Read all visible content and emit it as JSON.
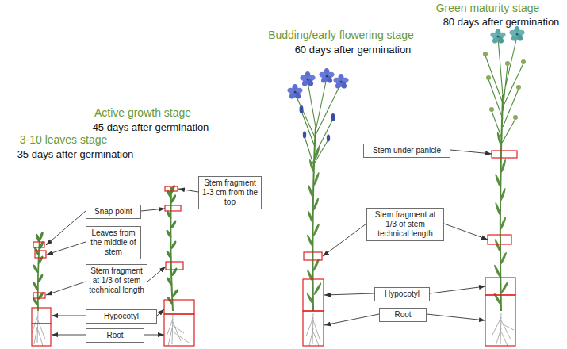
{
  "diagram": {
    "nodes": [
      {
        "text": [
          "Snap point"
        ]
      },
      {
        "text": [
          "Leaves from the middle of stem"
        ]
      },
      {
        "text": [
          "Stem fragment at 1/3 of stem technical length"
        ]
      },
      {
        "text": [
          "Hypocotyl"
        ]
      },
      {
        "text": [
          "Root"
        ]
      },
      {
        "text": [
          "Stem fragment 1-3 cm from the top"
        ]
      },
      {
        "text": [
          "Stem under panicle"
        ]
      },
      {
        "text": [
          "Stem fragment at 1/3 of stem technical length"
        ]
      },
      {
        "text": [
          "Hypocotyl"
        ]
      },
      {
        "text": [
          "Root"
        ]
      }
    ],
    "labels": [
      "Green maturity stage",
      "80 days after germination",
      "Budding/early flowering stage",
      "60 days after germination",
      "Active growth stage",
      "45 days after germination",
      "3-10 leaves stage",
      "35 days after germination"
    ]
  }
}
